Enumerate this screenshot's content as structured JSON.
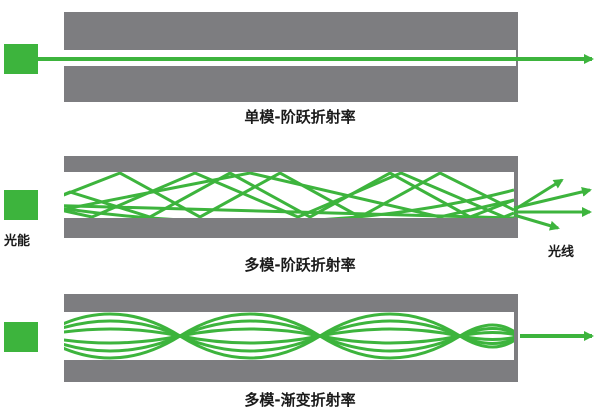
{
  "captions": {
    "single_mode_step": "单模-阶跃折射率",
    "multi_mode_step": "多模-阶跃折射率",
    "multi_mode_graded": "多模-渐变折射率"
  },
  "labels": {
    "light_energy": "光能",
    "light_ray": "光线"
  },
  "colors": {
    "cladding": "#7d7d80",
    "core": "#ffffff",
    "light": "#3db43d",
    "text": "#1a1a1a"
  },
  "icons": {
    "light_source": "green-square-icon",
    "arrow": "arrow-right-icon"
  }
}
